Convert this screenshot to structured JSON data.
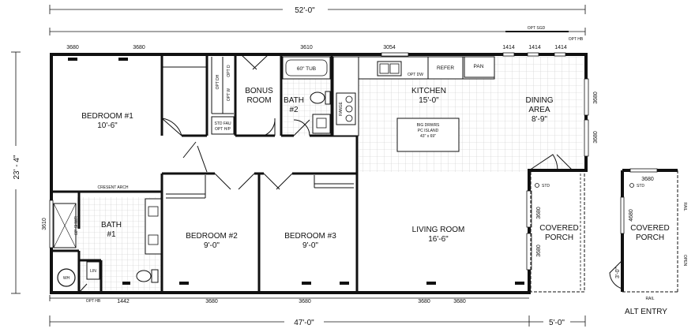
{
  "dimensions": {
    "overall_width": "52'-0\"",
    "home_width": "47'-0\"",
    "porch_width": "5'-0\"",
    "depth": "23' - 4\""
  },
  "rooms": {
    "bedroom1": {
      "name": "BEDROOM #1",
      "size": "10'-6\""
    },
    "bonus": {
      "line1": "BONUS",
      "line2": "ROOM"
    },
    "bath2": {
      "line1": "BATH",
      "line2": "#2"
    },
    "kitchen": {
      "name": "KITCHEN",
      "size": "15'-0\""
    },
    "dining": {
      "line1": "DINING",
      "line2": "AREA",
      "size": "8'-9\""
    },
    "bath1": {
      "line1": "BATH",
      "line2": "#1"
    },
    "bedroom2": {
      "name": "BEDROOM #2",
      "size": "9'-0\""
    },
    "bedroom3": {
      "name": "BEDROOM #3",
      "size": "9'-0\""
    },
    "living": {
      "name": "LIVING ROOM",
      "size": "16'-6\""
    },
    "covered_porch": {
      "line1": "COVERED",
      "line2": "PORCH"
    },
    "alt_porch": {
      "line1": "COVERED",
      "line2": "PORCH"
    }
  },
  "fixtures": {
    "tub": "60\" TUB",
    "refer": "REFER",
    "pan": "PAN",
    "opt_dw": "OPT DW",
    "range": "RANGE",
    "island": {
      "line1": "BIG DRWRS",
      "line2": "PC ISLAND",
      "line3": "43\" x 69\""
    },
    "opt_dh": "OPT DH",
    "opt_d": "OPT D",
    "opt_w": "OPT W",
    "std_fau": "STD FAU",
    "opt_hp": "OPT H/P",
    "crescent_arch": "CRESENT ARCH",
    "shwr": "60\" SHWR",
    "lin": "LIN",
    "wh": "WH",
    "opt_hb_bottom": "OPT HB",
    "opt_hb_top": "OPT HB",
    "opt_sgd": "OPT SGD",
    "std": "STD",
    "alt_std": "STD",
    "alt_door": "3'-0\"",
    "rail_right": "RAIL",
    "rail_bottom": "RAIL",
    "open": "OPEN"
  },
  "windows": {
    "top": [
      "3680",
      "3680",
      "3610",
      "3054",
      "1414",
      "1414",
      "1414"
    ],
    "left": "3610",
    "bottom": [
      "1442",
      "3680",
      "3680",
      "3680",
      "3680"
    ],
    "right": [
      "3680",
      "3680"
    ],
    "porch": [
      "3680",
      "3680"
    ],
    "alt_top": "3680",
    "alt_side": "4680"
  },
  "alt_entry": "ALT ENTRY"
}
